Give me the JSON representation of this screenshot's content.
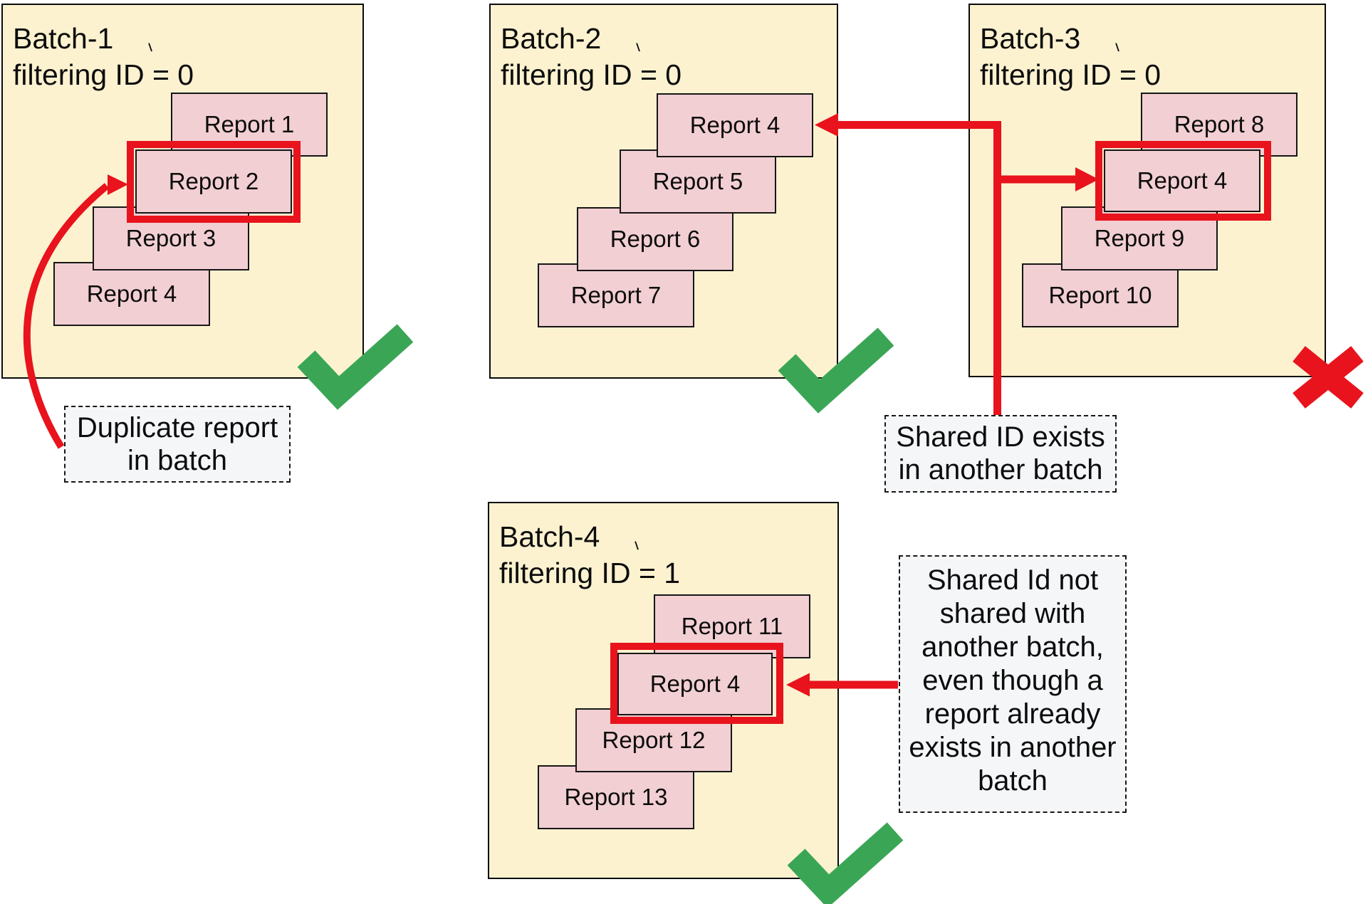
{
  "diagram": {
    "colors": {
      "batch_fill": "#FCF2D0",
      "batch_border": "#0A0A0A",
      "report_fill": "#F2CFD3",
      "report_border": "#161616",
      "highlight_red": "#E8131C",
      "check_green": "#3AA655",
      "annotation_fill": "#F5F6F8",
      "annotation_border": "#181818"
    },
    "icons": {
      "pass": "green-checkmark-icon",
      "fail": "red-x-icon"
    },
    "batches": [
      {
        "title": "Batch-1",
        "subtitle": "filtering ID = 0",
        "status": "valid",
        "result_icon": "green-checkmark-icon",
        "reports": [
          {
            "label": "Report 1",
            "highlighted": false
          },
          {
            "label": "Report 2",
            "highlighted": true
          },
          {
            "label": "Report 3",
            "highlighted": false
          },
          {
            "label": "Report 4",
            "highlighted": false
          }
        ]
      },
      {
        "title": "Batch-2",
        "subtitle": "filtering ID = 0",
        "status": "valid",
        "result_icon": "green-checkmark-icon",
        "reports": [
          {
            "label": "Report 4",
            "highlighted": false
          },
          {
            "label": "Report 5",
            "highlighted": false
          },
          {
            "label": "Report 6",
            "highlighted": false
          },
          {
            "label": "Report 7",
            "highlighted": false
          }
        ]
      },
      {
        "title": "Batch-3",
        "subtitle": "filtering ID = 0",
        "status": "invalid",
        "result_icon": "red-x-icon",
        "reports": [
          {
            "label": "Report 8",
            "highlighted": false
          },
          {
            "label": "Report 4",
            "highlighted": true
          },
          {
            "label": "Report 9",
            "highlighted": false
          },
          {
            "label": "Report 10",
            "highlighted": false
          }
        ]
      },
      {
        "title": "Batch-4",
        "subtitle": "filtering ID = 1",
        "status": "valid",
        "result_icon": "green-checkmark-icon",
        "reports": [
          {
            "label": "Report 11",
            "highlighted": false
          },
          {
            "label": "Report 4",
            "highlighted": true
          },
          {
            "label": "Report 12",
            "highlighted": false
          },
          {
            "label": "Report 13",
            "highlighted": false
          }
        ]
      }
    ],
    "annotations": [
      {
        "text": "Duplicate report\nin batch"
      },
      {
        "text": "Shared ID exists\nin another batch"
      },
      {
        "text": "Shared Id not\nshared with\nanother batch,\neven though a\nreport already\nexists in another\nbatch"
      }
    ]
  }
}
